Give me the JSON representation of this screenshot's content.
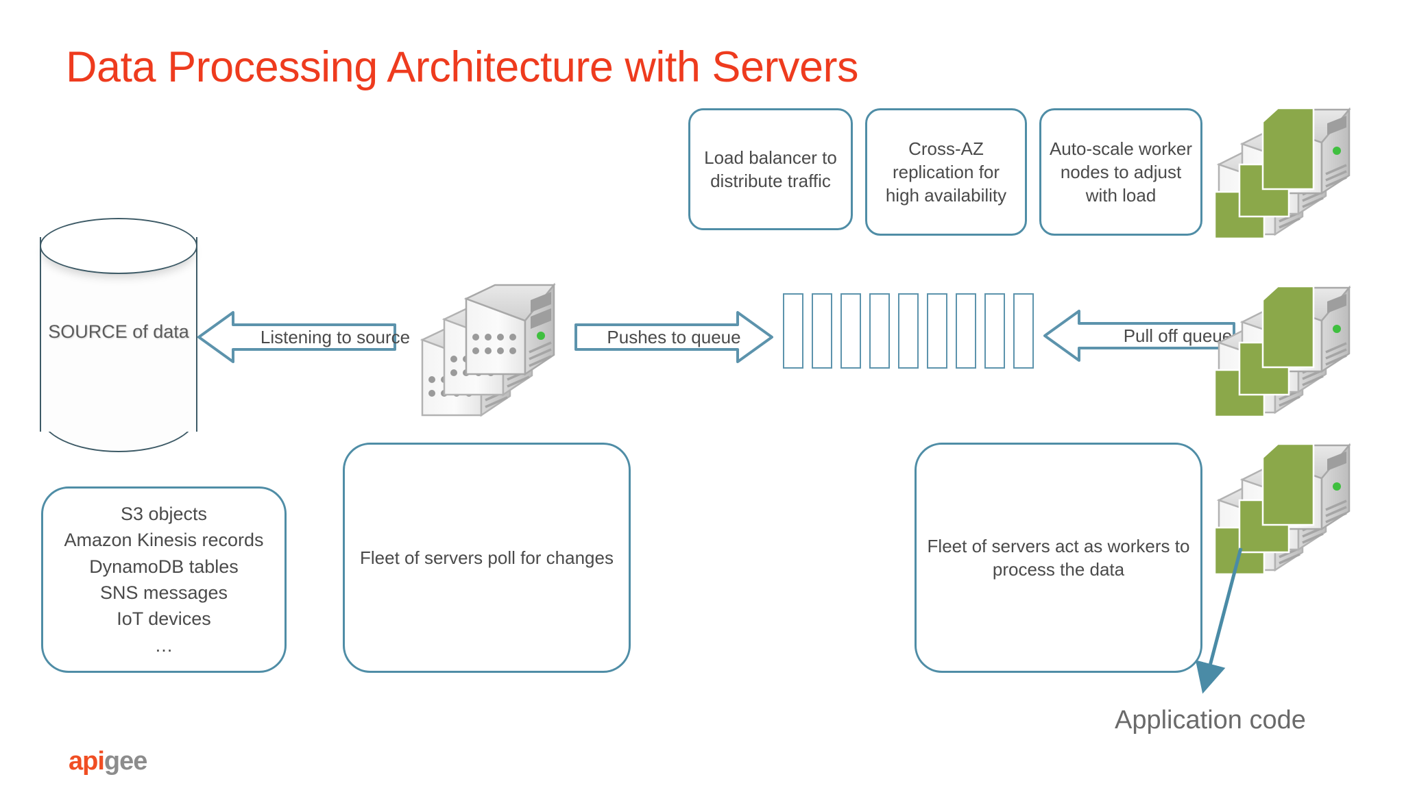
{
  "slide": {
    "title": "Data Processing Architecture with Servers",
    "title_color": "#EE3B1E",
    "background": "#ffffff",
    "accent_border": "#4F8DA6",
    "text_color": "#4a4a4a",
    "server_green": "#8BA84A"
  },
  "callouts": {
    "load_balancer": "Load balancer to distribute traffic",
    "cross_az": "Cross-AZ replication for high availability",
    "auto_scale": "Auto-scale worker nodes to adjust with load",
    "poll_changes": "Fleet of servers poll for changes",
    "workers": "Fleet of servers act as workers to process the data"
  },
  "source": {
    "label": "SOURCE of data",
    "examples": [
      "S3 objects",
      "Amazon Kinesis records",
      "DynamoDB tables",
      "SNS messages",
      "IoT devices",
      "…"
    ]
  },
  "arrows": {
    "listening": "Listening to source",
    "pushes": "Pushes to queue",
    "pull": "Pull off queue"
  },
  "queue": {
    "slot_count": 9,
    "slot_color": "#5C93AC"
  },
  "annotation": {
    "application_code": "Application code"
  },
  "logo": {
    "part_one": "api",
    "part_two": "gee",
    "color_one": "#F04E23",
    "color_two": "#8C8C8C"
  }
}
